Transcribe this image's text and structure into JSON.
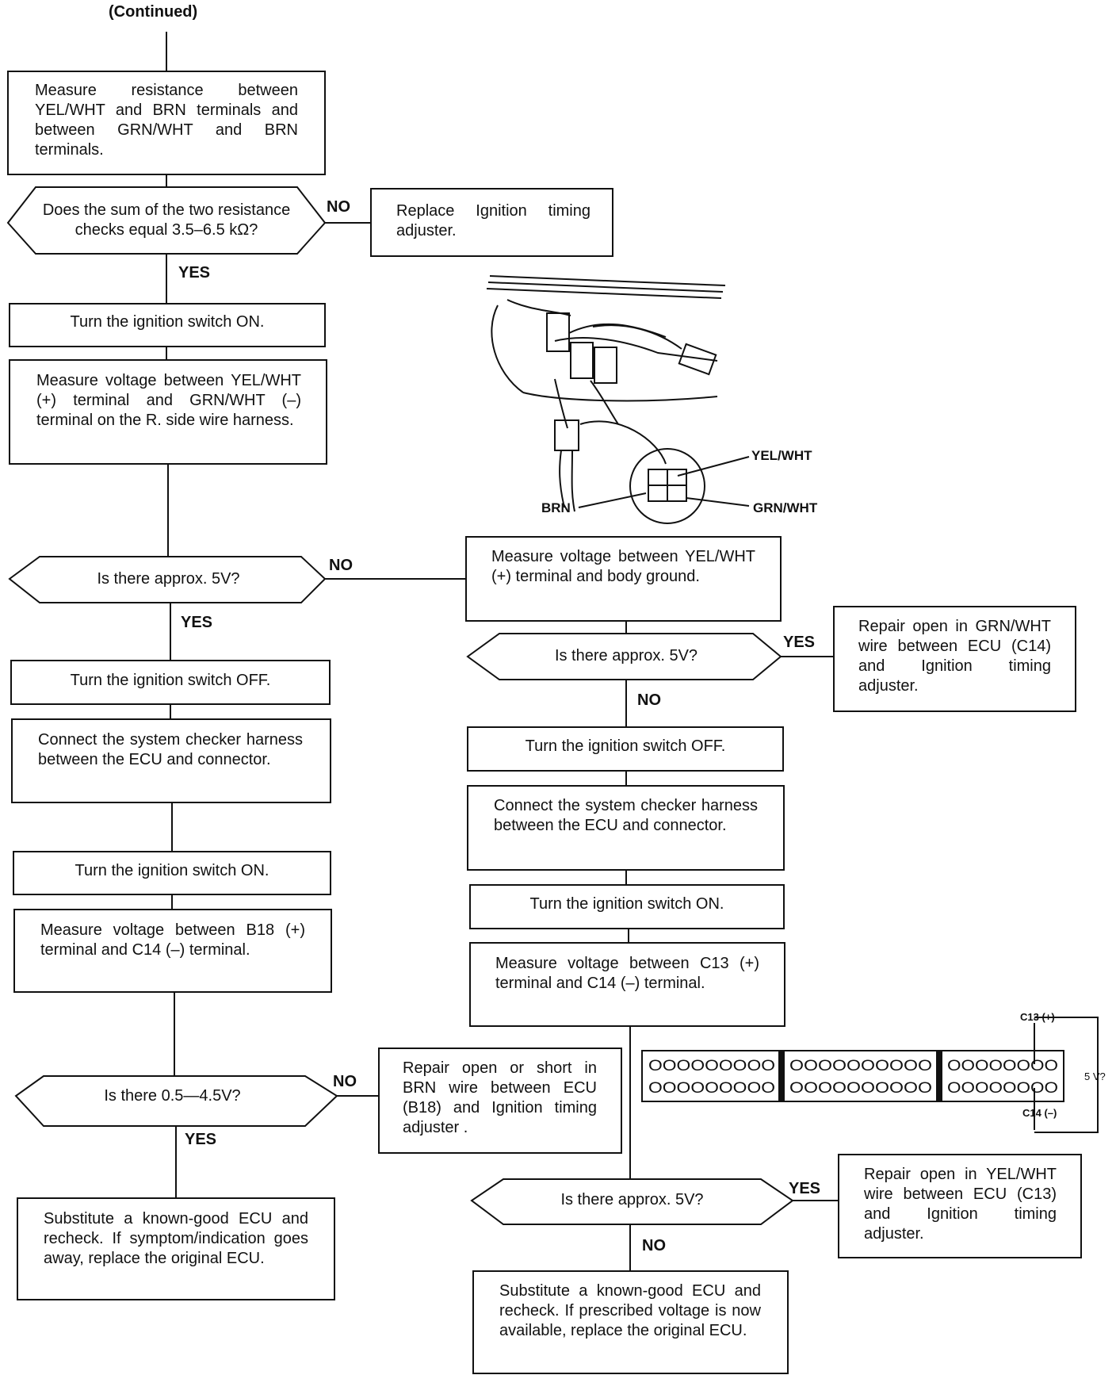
{
  "header": "(Continued)",
  "steps": {
    "measure_resistance": "Measure resistance between YEL/WHT and BRN terminals and between GRN/WHT and BRN terminals.",
    "q_sum": "Does the sum of the two resistance checks equal 3.5–6.5 kΩ?",
    "replace_adjuster": "Replace Ignition timing adjuster.",
    "ign_on_1": "Turn the ignition switch ON.",
    "measure_v_harness": "Measure voltage between YEL/WHT (+) terminal and GRN/WHT (–) terminal on the R. side wire harness.",
    "q_5v_1": "Is there approx. 5V?",
    "measure_v_body": "Measure voltage between YEL/WHT (+) terminal and body ground.",
    "q_5v_2": "Is there approx. 5V?",
    "repair_grn": "Repair open in GRN/WHT wire between ECU (C14) and Ignition timing adjuster.",
    "ign_off_left": "Turn the ignition switch OFF.",
    "connect_left": "Connect the system checker harness between the ECU and connector.",
    "ign_on_left": "Turn the ignition switch ON.",
    "measure_b18": "Measure voltage between B18 (+) terminal and C14 (–) terminal.",
    "q_045": "Is there 0.5—4.5V?",
    "repair_brn": "Repair open or short in BRN wire between ECU (B18) and Ignition timing adjuster .",
    "substitute_left": "Substitute a known-good ECU and recheck. If symptom/indication goes away, replace the original ECU.",
    "ign_off_right": "Turn the ignition switch OFF.",
    "connect_right": "Connect the system checker harness between the ECU and connector.",
    "ign_on_right": "Turn the ignition switch ON.",
    "measure_c13": "Measure voltage between C13 (+) terminal and C14 (–) terminal.",
    "q_5v_3": "Is there approx. 5V?",
    "repair_yel": "Repair open in YEL/WHT wire between ECU (C13) and Ignition timing adjuster.",
    "substitute_right": "Substitute a known-good ECU and recheck. If prescribed voltage is now available, replace the original ECU."
  },
  "branch_labels": {
    "no_sum": "NO",
    "yes_sum": "YES",
    "no_5v_1": "NO",
    "yes_5v_1": "YES",
    "yes_5v_2": "YES",
    "no_5v_2": "NO",
    "no_045": "NO",
    "yes_045": "YES",
    "yes_5v_3": "YES",
    "no_5v_3": "NO"
  },
  "connector_figure": {
    "label_yel": "YEL/WHT",
    "label_brn": "BRN",
    "label_grn": "GRN/WHT"
  },
  "ecu_figure": {
    "c13_label": "C13 (+)",
    "c14_label": "C14 (–)",
    "voltage_label": "5 V?",
    "block1_row": "OOOOOOOOO",
    "block2_row": "OOOOOOOOOO",
    "block3_row": "OOOOOOOO"
  }
}
